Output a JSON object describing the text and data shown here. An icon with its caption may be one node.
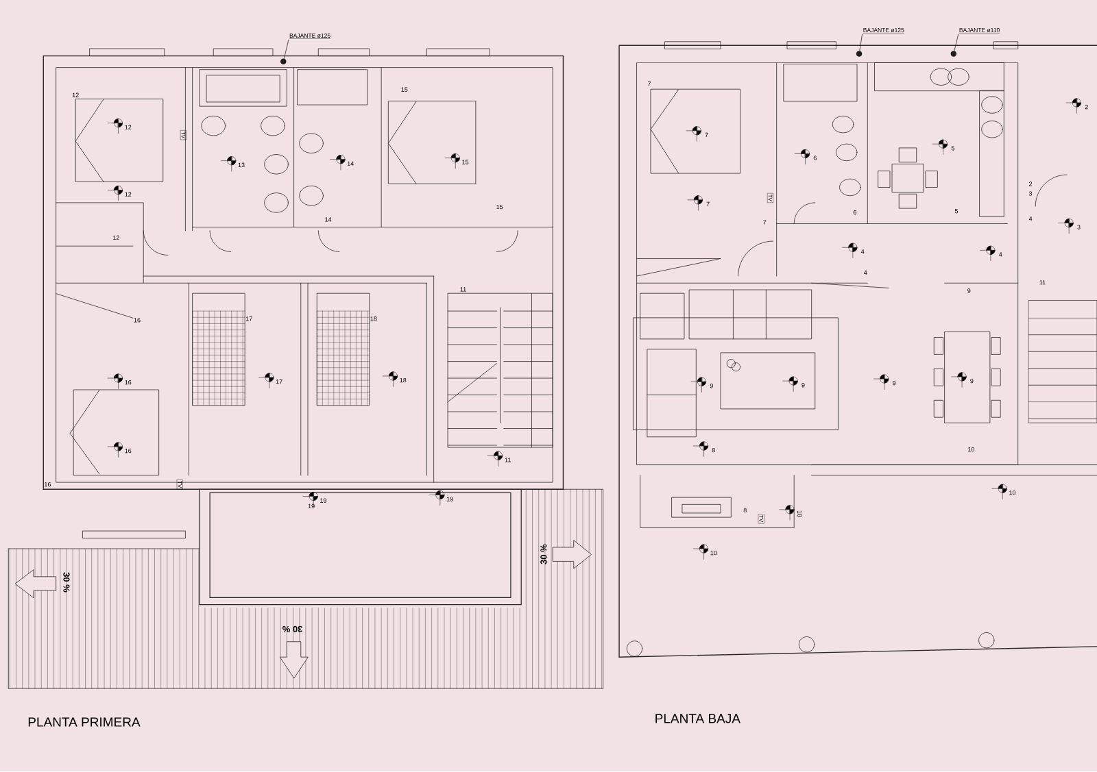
{
  "diagram": {
    "nodes": [
      {
        "text": [
          "BAJANTE ø125"
        ]
      },
      {
        "text": [],
        "shape": "circle"
      },
      {
        "text": [
          "BAJANTE ø125"
        ]
      },
      {
        "text": [],
        "shape": "circle"
      },
      {
        "text": [
          "BAJANTE ø110"
        ]
      },
      {
        "text": [],
        "shape": "circle"
      }
    ],
    "edges": [
      {
        "from": 0,
        "to": 1,
        "arrow": "none"
      },
      {
        "from": 2,
        "to": 3,
        "arrow": "none"
      },
      {
        "from": 4,
        "to": 5,
        "arrow": "none"
      }
    ],
    "labels": [
      "12",
      "12",
      "12",
      "12",
      "13",
      "14",
      "15",
      "15",
      "15",
      "14",
      "TV",
      "11",
      "16",
      "17",
      "18",
      "17",
      "18",
      "16",
      "16",
      "16",
      "TV",
      "11",
      "19",
      "19",
      "19",
      "30 %",
      "30 %",
      "30 %",
      "PLANTA PRIMERA",
      "7",
      "2",
      "7",
      "6",
      "5",
      "2",
      "3",
      "7",
      "TV",
      "7",
      "6",
      "5",
      "4",
      "3",
      "4",
      "4",
      "4",
      "11",
      "9",
      "9",
      "9",
      "9",
      "9",
      "8",
      "10",
      "10",
      "8",
      "TV",
      "10",
      "10",
      "PLANTA BAJA"
    ]
  }
}
